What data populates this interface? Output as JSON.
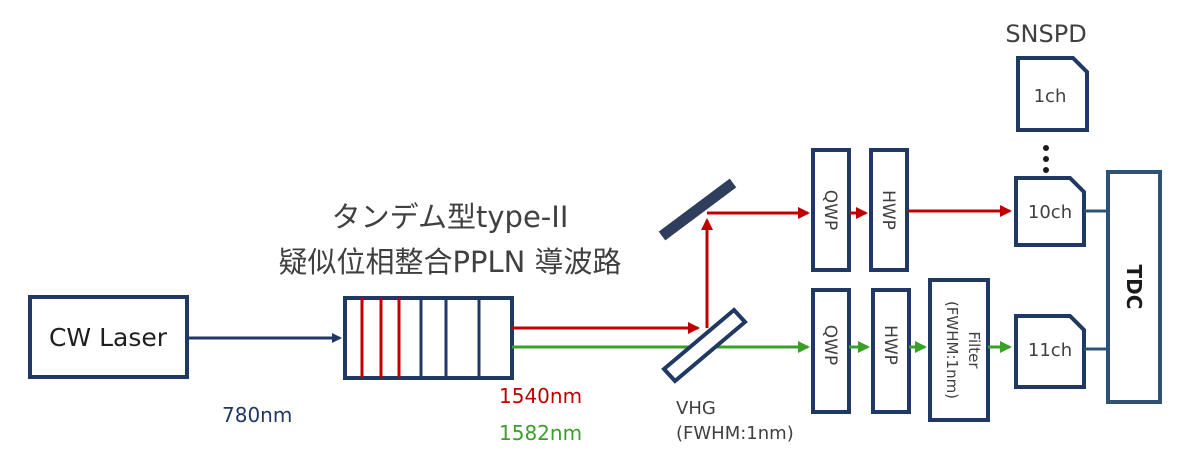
{
  "diagram": {
    "laser_label": "CW Laser",
    "pump_wavelength": "780nm",
    "waveguide_title_line1": "タンデム型type-II",
    "waveguide_title_line2": "疑似位相整合PPLN 導波路",
    "signal_wavelength": "1540nm",
    "idler_wavelength": "1582nm",
    "vhg_label_line1": "VHG",
    "vhg_label_line2": "(FWHM:1nm)",
    "qwp_label": "QWP",
    "hwp_label": "HWP",
    "filter_label_line1": "Filter",
    "filter_label_line2": "(FWHM:1nm)",
    "snspd_title": "SNSPD",
    "ch1_label": "1ch",
    "ch10_label": "10ch",
    "ch11_label": "11ch",
    "tdc_label": "TDC",
    "colors": {
      "outline": "#1f3864",
      "pump": "#1f3864",
      "signal": "#c00000",
      "idler": "#3aa028",
      "text": "#404040",
      "tdc": "#2e5276"
    }
  }
}
